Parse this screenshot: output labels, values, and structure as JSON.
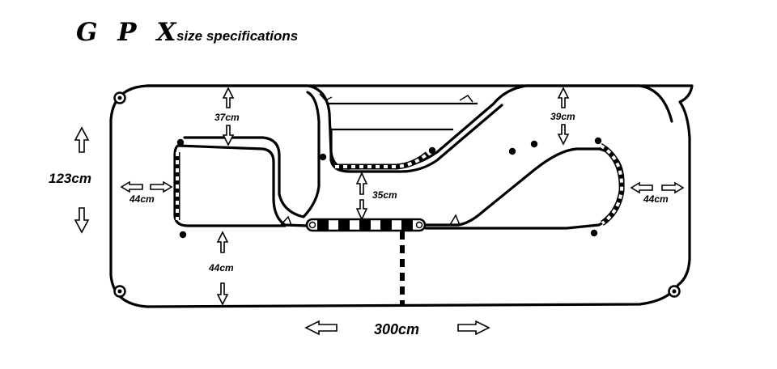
{
  "title": {
    "main": "G P X",
    "subtitle": "size specifications"
  },
  "dimensions": {
    "overall_width": "300cm",
    "overall_height": "123cm",
    "top_left_lane": "37cm",
    "top_right_lane": "39cm",
    "center_lane": "35cm",
    "left_side_lane": "44cm",
    "right_side_lane": "44cm",
    "bottom_left_lane": "44cm"
  },
  "colors": {
    "line": "#000000",
    "background": "#ffffff"
  }
}
